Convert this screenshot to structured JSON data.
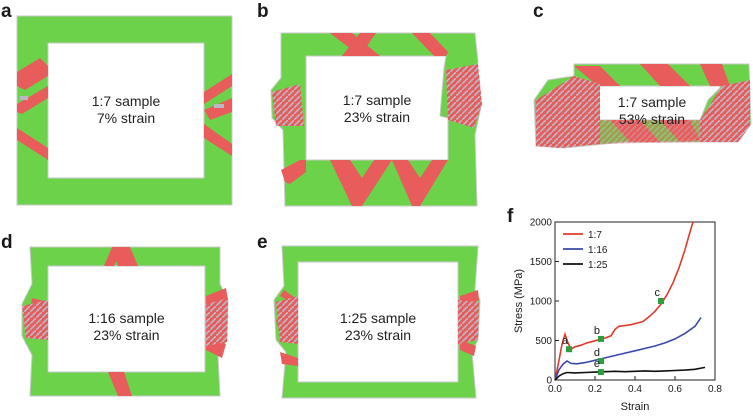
{
  "colors": {
    "material": "#6bd24a",
    "failure": "#e85c5c",
    "damage": "#b9b9c4"
  },
  "panels": [
    {
      "letter": "a",
      "caption_line1": "1:7 sample",
      "caption_line2": "7% strain"
    },
    {
      "letter": "b",
      "caption_line1": "1:7 sample",
      "caption_line2": "23% strain"
    },
    {
      "letter": "c",
      "caption_line1": "1:7 sample",
      "caption_line2": "53% strain"
    },
    {
      "letter": "d",
      "caption_line1": "1:16 sample",
      "caption_line2": "23% strain"
    },
    {
      "letter": "e",
      "caption_line1": "1:25 sample",
      "caption_line2": "23% strain"
    }
  ],
  "chart_panel_letter": "f",
  "chart_data": {
    "type": "line",
    "xlabel": "Strain",
    "ylabel": "Stress (MPa)",
    "xlim": [
      0,
      0.8
    ],
    "ylim": [
      0,
      2000
    ],
    "xticks": [
      "0.0",
      "0.2",
      "0.4",
      "0.6",
      "0.8"
    ],
    "yticks": [
      "0",
      "500",
      "1000",
      "1500",
      "2000"
    ],
    "legend_position": "top-left",
    "series": [
      {
        "name": "1:7",
        "color": "#e03a2a",
        "x": [
          0,
          0.02,
          0.035,
          0.05,
          0.065,
          0.08,
          0.1,
          0.13,
          0.16,
          0.19,
          0.22,
          0.25,
          0.28,
          0.3,
          0.32,
          0.35,
          0.38,
          0.41,
          0.44,
          0.47,
          0.5,
          0.53,
          0.56,
          0.59,
          0.62,
          0.65,
          0.67,
          0.69
        ],
        "y": [
          0,
          250,
          450,
          580,
          470,
          390,
          420,
          440,
          470,
          490,
          510,
          530,
          560,
          640,
          680,
          690,
          700,
          720,
          740,
          800,
          870,
          960,
          1080,
          1230,
          1420,
          1650,
          1830,
          2000
        ]
      },
      {
        "name": "1:16",
        "color": "#3a49a8",
        "x": [
          0,
          0.02,
          0.04,
          0.06,
          0.08,
          0.11,
          0.15,
          0.2,
          0.25,
          0.3,
          0.35,
          0.4,
          0.45,
          0.5,
          0.55,
          0.6,
          0.65,
          0.7,
          0.73
        ],
        "y": [
          0,
          130,
          200,
          240,
          210,
          205,
          220,
          250,
          280,
          310,
          340,
          370,
          400,
          430,
          470,
          520,
          590,
          680,
          790
        ]
      },
      {
        "name": "1:25",
        "color": "#111111",
        "x": [
          0,
          0.02,
          0.04,
          0.06,
          0.1,
          0.15,
          0.2,
          0.25,
          0.3,
          0.35,
          0.4,
          0.45,
          0.5,
          0.55,
          0.6,
          0.65,
          0.7,
          0.75
        ],
        "y": [
          0,
          50,
          80,
          95,
          90,
          95,
          100,
          105,
          110,
          105,
          110,
          115,
          110,
          115,
          120,
          125,
          135,
          160
        ]
      }
    ],
    "annotations": [
      {
        "label": "a",
        "x": 0.07,
        "y": 390
      },
      {
        "label": "b",
        "x": 0.23,
        "y": 520
      },
      {
        "label": "c",
        "x": 0.53,
        "y": 1000
      },
      {
        "label": "d",
        "x": 0.23,
        "y": 240
      },
      {
        "label": "e",
        "x": 0.23,
        "y": 100
      }
    ],
    "marker_color": "#2e9e3e"
  }
}
